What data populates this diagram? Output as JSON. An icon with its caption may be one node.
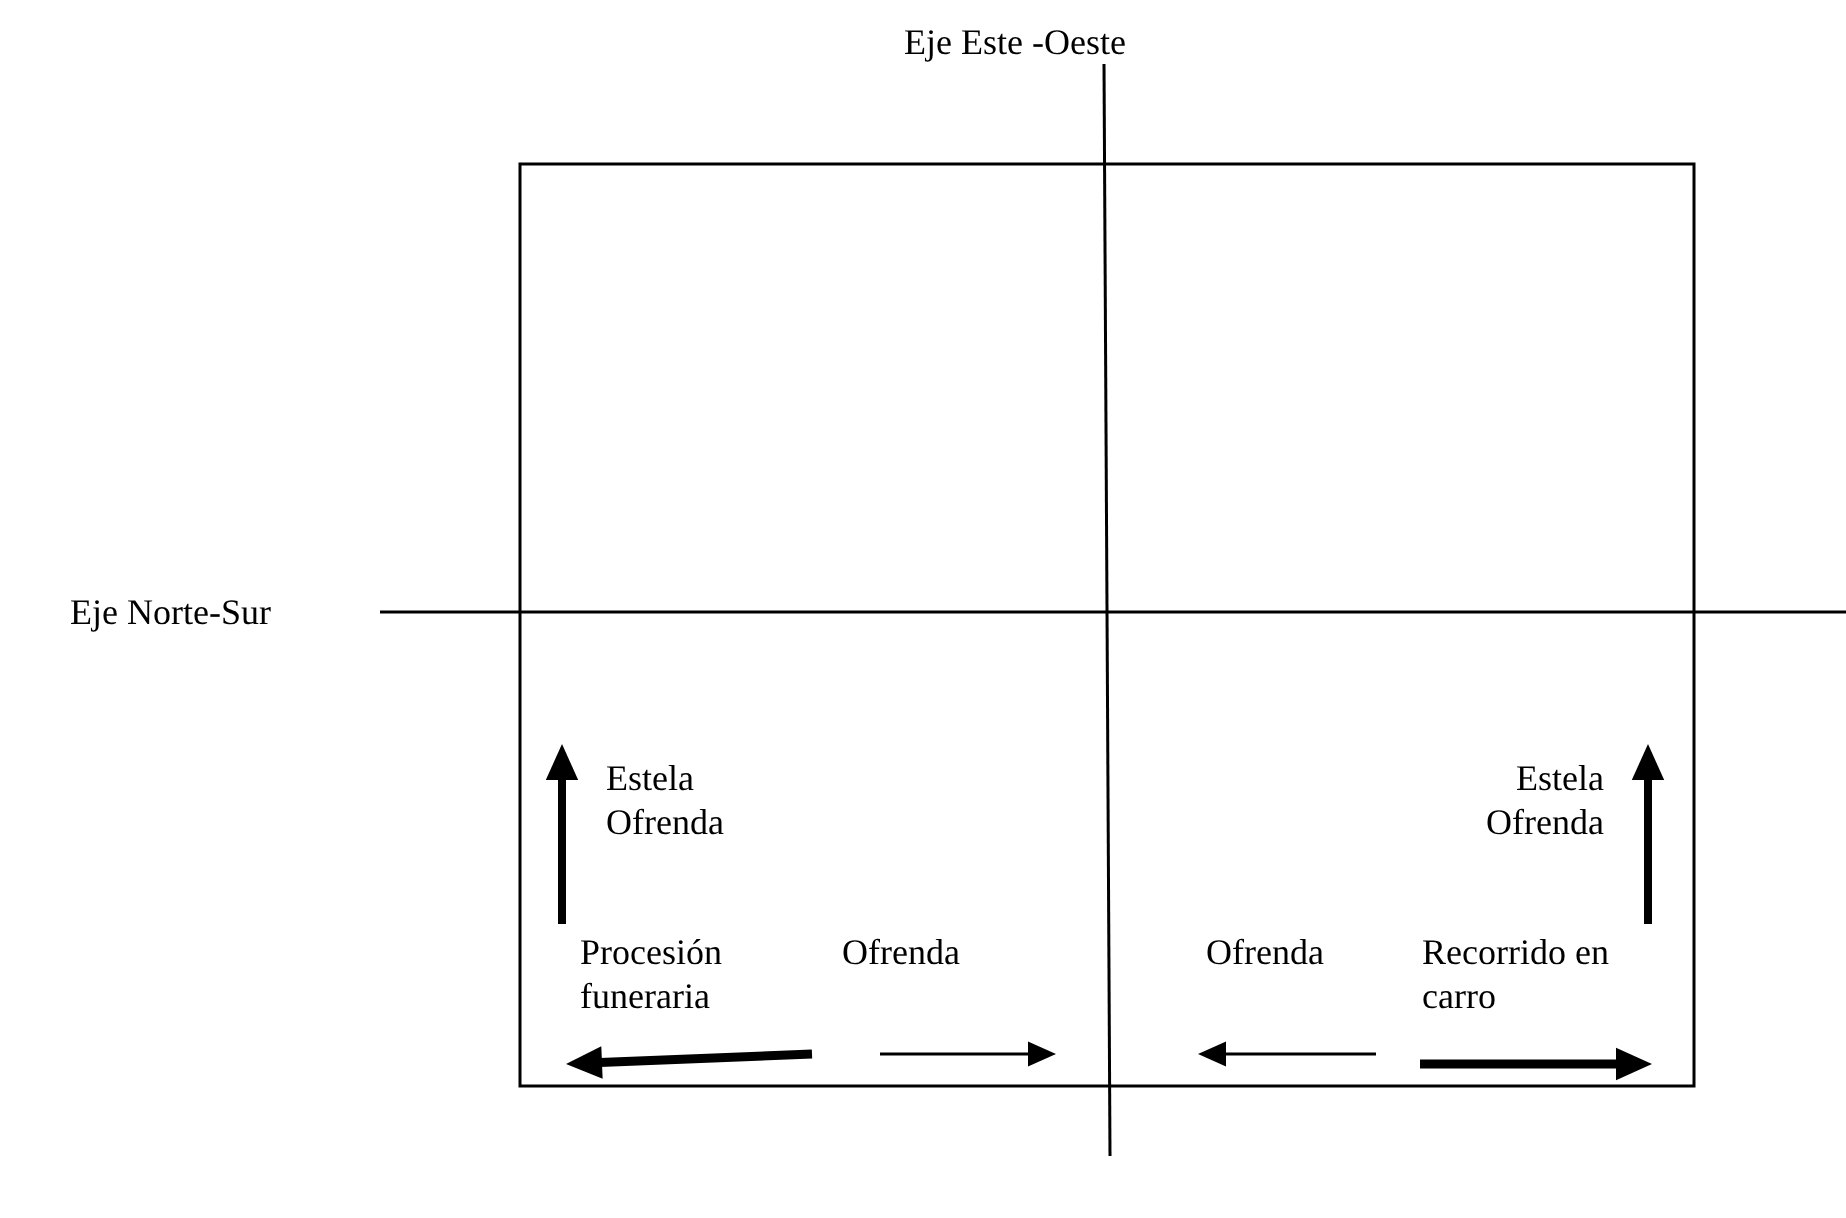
{
  "diagram": {
    "labels": [
      "Eje Este -Oeste",
      "Eje Norte-Sur",
      "Estela Ofrenda",
      "Estela Ofrenda",
      "Procesión funeraria",
      "Ofrenda",
      "Ofrenda",
      "Recorrido en carro"
    ]
  }
}
